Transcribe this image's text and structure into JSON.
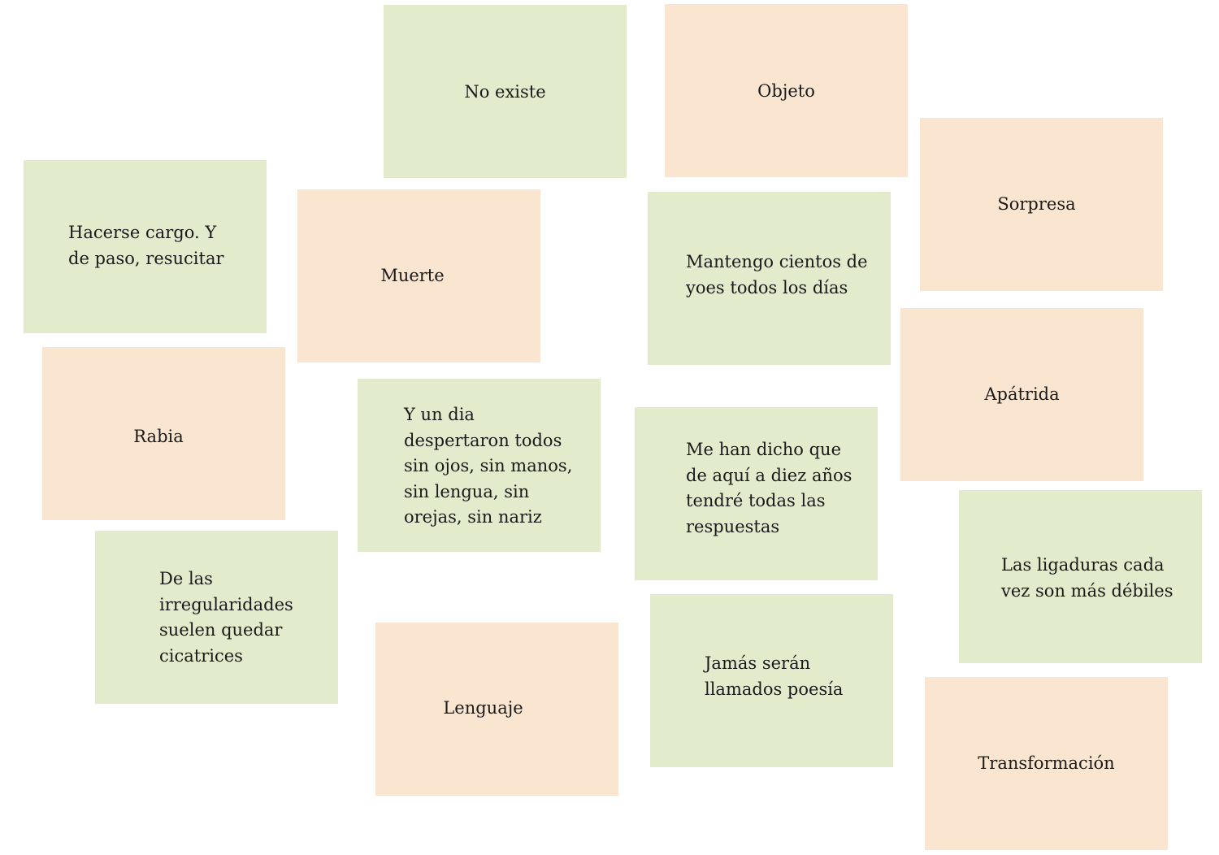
{
  "colors": {
    "green_card": "#e2ebcb",
    "peach_card": "#f9e5d0",
    "text": "#1a1a1a"
  },
  "cards": {
    "no_existe": {
      "lines": [
        "No existe"
      ]
    },
    "objeto": {
      "lines": [
        "Objeto"
      ]
    },
    "sorpresa": {
      "lines": [
        "Sorpresa"
      ]
    },
    "hacerse_cargo": {
      "lines": [
        "Hacerse cargo. Y",
        "de paso, resucitar"
      ]
    },
    "muerte": {
      "lines": [
        "Muerte"
      ]
    },
    "mantengo": {
      "lines": [
        "Mantengo cientos de",
        "yoes todos los días"
      ]
    },
    "apatrida": {
      "lines": [
        "Apátrida"
      ]
    },
    "rabia": {
      "lines": [
        "Rabia"
      ]
    },
    "y_un_dia": {
      "lines": [
        "Y un dia",
        "despertaron todos",
        "sin ojos, sin manos,",
        "sin lengua, sin",
        "orejas, sin nariz"
      ]
    },
    "me_han_dicho": {
      "lines": [
        "Me han dicho que",
        "de aquí a diez años",
        "tendré todas las",
        "respuestas"
      ]
    },
    "ligaduras": {
      "lines": [
        "Las ligaduras cada",
        "vez son más débiles"
      ]
    },
    "irregularidades": {
      "lines": [
        "De las",
        "irregularidades",
        "suelen quedar",
        "cicatrices"
      ]
    },
    "lenguaje": {
      "lines": [
        "Lenguaje"
      ]
    },
    "jamas": {
      "lines": [
        "Jamás serán",
        "llamados poesía"
      ]
    },
    "transformacion": {
      "lines": [
        "Transformación"
      ]
    }
  }
}
